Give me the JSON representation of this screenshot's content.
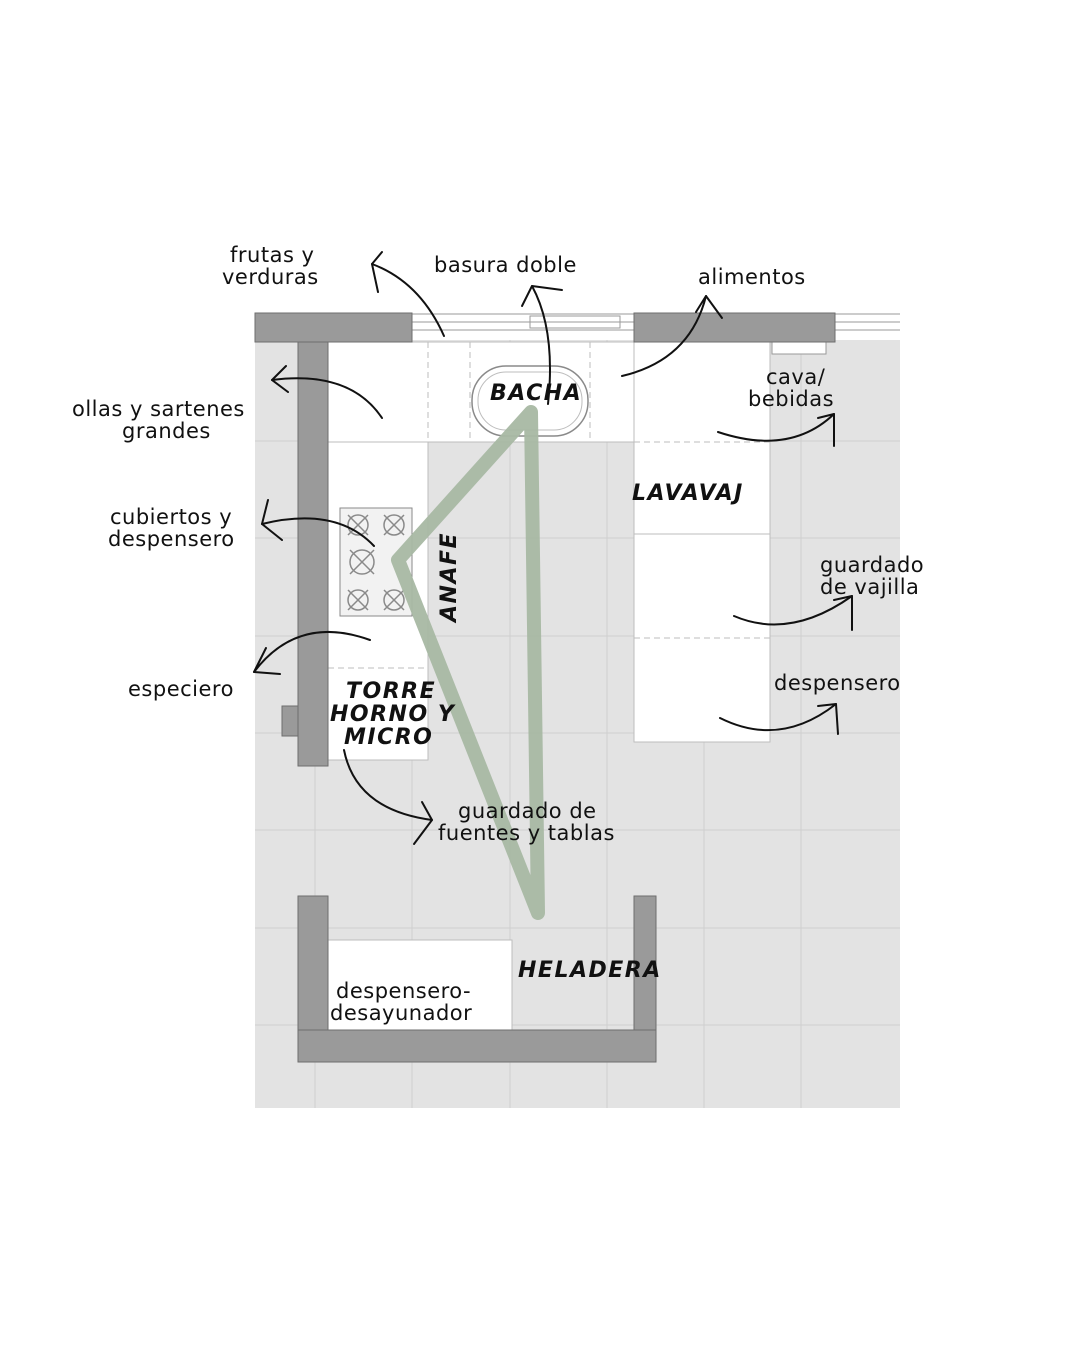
{
  "labels": {
    "frutas_line1": "frutas y",
    "frutas_line2": "verduras",
    "basura": "basura doble",
    "alimentos": "alimentos",
    "ollas_line1": "ollas y sartenes",
    "ollas_line2": "grandes",
    "cava_line1": "cava/",
    "cava_line2": "bebidas",
    "cubiertos_line1": "cubiertos y",
    "cubiertos_line2": "despensero",
    "vajilla_line1": "guardado",
    "vajilla_line2": "de vajilla",
    "especiero": "especiero",
    "despensero": "despensero",
    "fuentes_line1": "guardado de",
    "fuentes_line2": "fuentes y tablas",
    "desayunador_line1": "despensero-",
    "desayunador_line2": "desayunador"
  },
  "zones": {
    "bacha": "BACHA",
    "lavavaj": "LAVAVAJ",
    "anafe": "ANAFE",
    "torre_line1": "TORRE",
    "torre_line2": "HORNO Y",
    "torre_line3": "MICRO",
    "heladera": "HELADERA"
  },
  "colors": {
    "floor": "#e3e3e3",
    "wall": "#9a9a9a",
    "triangle": "#a8b8a3",
    "counter": "#ffffff"
  }
}
